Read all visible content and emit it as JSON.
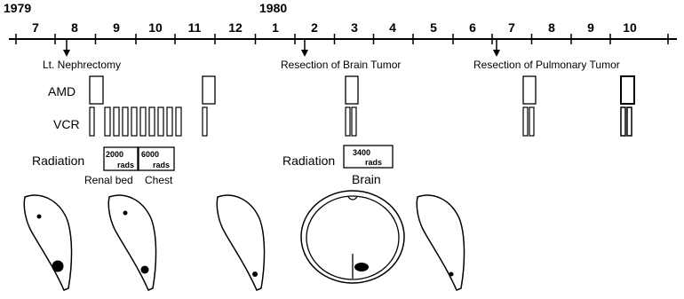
{
  "years": [
    "1979",
    "1980"
  ],
  "months": [
    "7",
    "8",
    "9",
    "10",
    "11",
    "12",
    "1",
    "2",
    "3",
    "4",
    "5",
    "6",
    "7",
    "8",
    "9",
    "10"
  ],
  "events": [
    {
      "label": "Lt. Nephrectomy",
      "month": "8"
    },
    {
      "label": "Resection of Brain Tumor",
      "month": "2"
    },
    {
      "label": "Resection of Pulmonary Tumor",
      "month": "7"
    }
  ],
  "rows": {
    "amd": "AMD",
    "vcr": "VCR"
  },
  "radiation": {
    "label1": "Radiation",
    "label2": "Radiation",
    "boxes": [
      {
        "dose": "2000",
        "unit": "rads",
        "site": "Renal bed"
      },
      {
        "dose": "6000",
        "unit": "rads",
        "site": "Chest"
      },
      {
        "dose": "3400",
        "unit": "rads",
        "site": "Brain"
      }
    ]
  }
}
